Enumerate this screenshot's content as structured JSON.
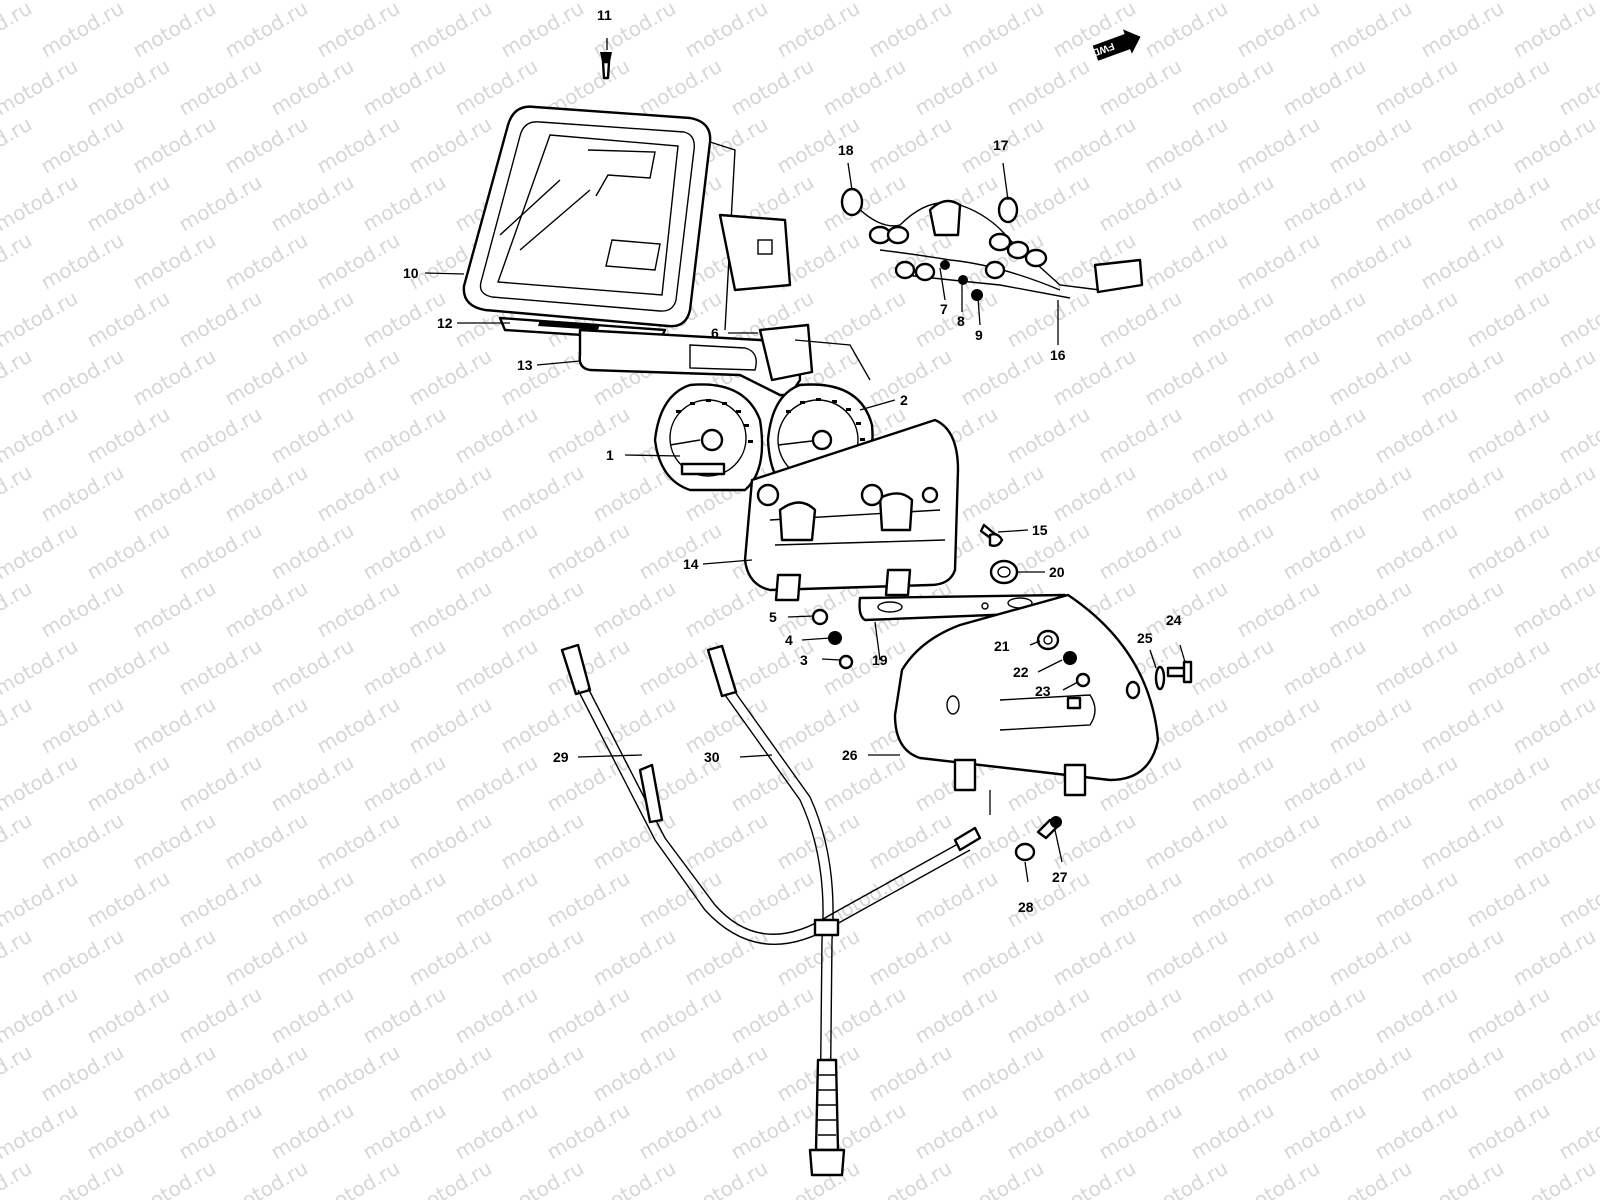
{
  "watermark": "motod.ru",
  "direction_marker": "FWD",
  "diagram_footer": "",
  "callouts": [
    {
      "id": "1"
    },
    {
      "id": "2"
    },
    {
      "id": "3"
    },
    {
      "id": "4"
    },
    {
      "id": "5"
    },
    {
      "id": "6"
    },
    {
      "id": "7"
    },
    {
      "id": "8"
    },
    {
      "id": "9"
    },
    {
      "id": "10"
    },
    {
      "id": "11"
    },
    {
      "id": "12"
    },
    {
      "id": "13"
    },
    {
      "id": "14"
    },
    {
      "id": "15"
    },
    {
      "id": "16"
    },
    {
      "id": "17"
    },
    {
      "id": "18"
    },
    {
      "id": "19"
    },
    {
      "id": "20"
    },
    {
      "id": "21"
    },
    {
      "id": "22"
    },
    {
      "id": "23"
    },
    {
      "id": "24"
    },
    {
      "id": "25"
    },
    {
      "id": "26"
    },
    {
      "id": "27"
    },
    {
      "id": "28"
    },
    {
      "id": "29"
    },
    {
      "id": "30"
    }
  ],
  "colors": {
    "line": "#000000",
    "background": "#ffffff",
    "watermark": "#d6d6d6"
  }
}
